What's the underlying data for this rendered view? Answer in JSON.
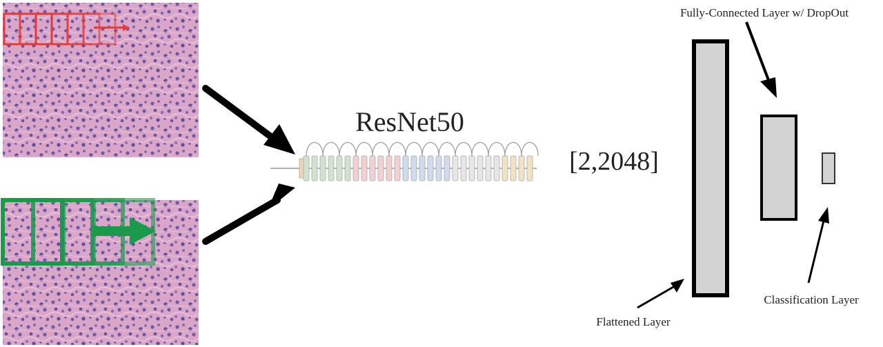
{
  "labels": {
    "model_name": "ResNet50",
    "feature_shape": "[2,2048]",
    "fc_dropout": "Fully-Connected Layer w/ DropOut",
    "flattened": "Flattened Layer",
    "classification": "Classification Layer"
  },
  "colors": {
    "tissue_bg": "#d9a6c8",
    "tissue_cell": "#5a4aa8",
    "tissue_stroma": "#e8bcd6",
    "window_red": "#e53935",
    "window_green": "#1a9a4a",
    "arrow": "#000000",
    "layer_fill": "#d3d3d3",
    "layer_stroke": "#000000"
  },
  "sliding_windows": {
    "top": {
      "color_key": "window_red",
      "count": 6
    },
    "bottom": {
      "color_key": "window_green",
      "count": 4
    }
  },
  "icons": [
    "red-sliding-window-icon",
    "green-sliding-window-icon",
    "resnet-architecture-icon"
  ]
}
